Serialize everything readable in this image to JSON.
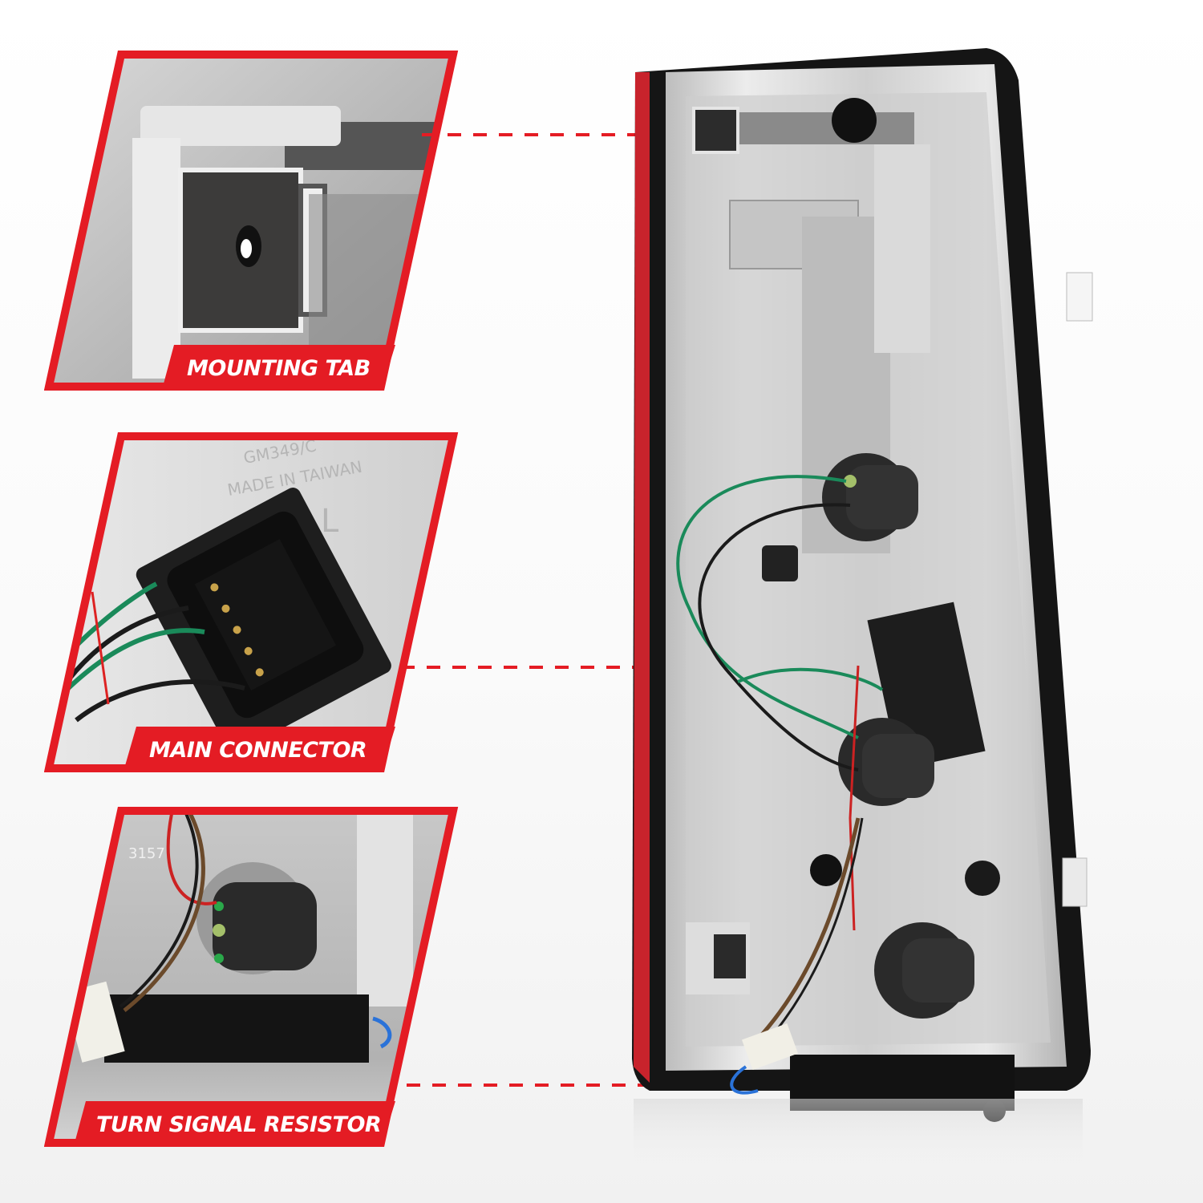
{
  "image": {
    "type": "product-feature-infographic",
    "subject": "tail light housing, rear view"
  },
  "colors": {
    "accent": "#e41c24",
    "background": "#f7f7f7",
    "label_text": "#ffffff"
  },
  "callouts": [
    {
      "id": "mounting-tab",
      "label": "MOUNTING TAB"
    },
    {
      "id": "main-connector",
      "label": "MAIN CONNECTOR"
    },
    {
      "id": "turn-signal-resistor",
      "label": "TURN SIGNAL RESISTOR"
    }
  ],
  "embossed_text": {
    "part_number": "GM349/C",
    "origin": "MADE IN TAIWAN",
    "side": "L",
    "bulb": "3157"
  }
}
